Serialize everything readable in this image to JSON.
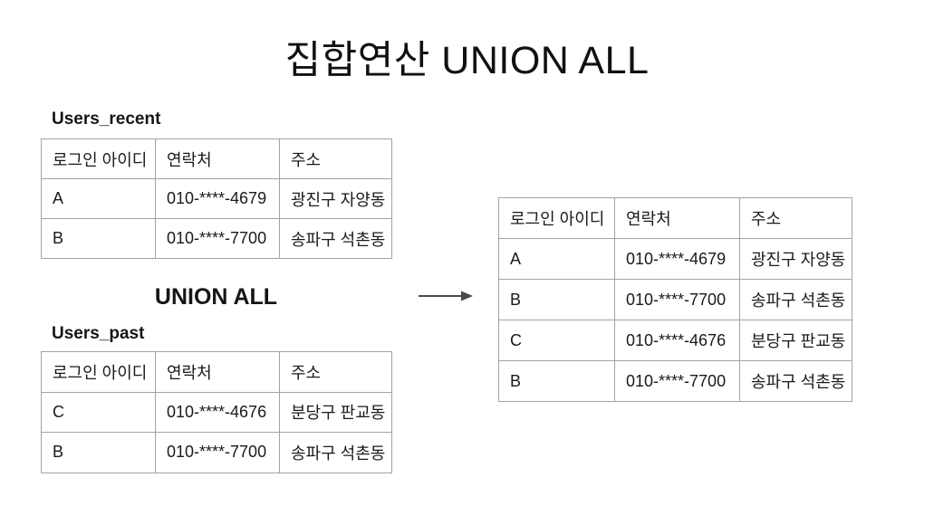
{
  "title": "집합연산 UNION ALL",
  "operator_label": "UNION ALL",
  "tables": {
    "recent": {
      "label": "Users_recent",
      "headers": [
        "로그인 아이디",
        "연락처",
        "주소"
      ],
      "rows": [
        [
          "A",
          "010-****-4679",
          "광진구 자양동"
        ],
        [
          "B",
          "010-****-7700",
          "송파구 석촌동"
        ]
      ]
    },
    "past": {
      "label": "Users_past",
      "headers": [
        "로그인 아이디",
        "연락처",
        "주소"
      ],
      "rows": [
        [
          "C",
          "010-****-4676",
          "분당구 판교동"
        ],
        [
          "B",
          "010-****-7700",
          "송파구 석촌동"
        ]
      ]
    },
    "result": {
      "headers": [
        "로그인 아이디",
        "연락처",
        "주소"
      ],
      "rows": [
        [
          "A",
          "010-****-4679",
          "광진구 자양동"
        ],
        [
          "B",
          "010-****-7700",
          "송파구 석촌동"
        ],
        [
          "C",
          "010-****-4676",
          "분당구 판교동"
        ],
        [
          "B",
          "010-****-7700",
          "송파구 석촌동"
        ]
      ]
    }
  },
  "icons": {
    "arrow": "right-arrow"
  },
  "colors": {
    "background": "#ffffff",
    "text": "#1a1a1a",
    "table_border": "#a3a3a3",
    "arrow": "#4a4a4a"
  }
}
